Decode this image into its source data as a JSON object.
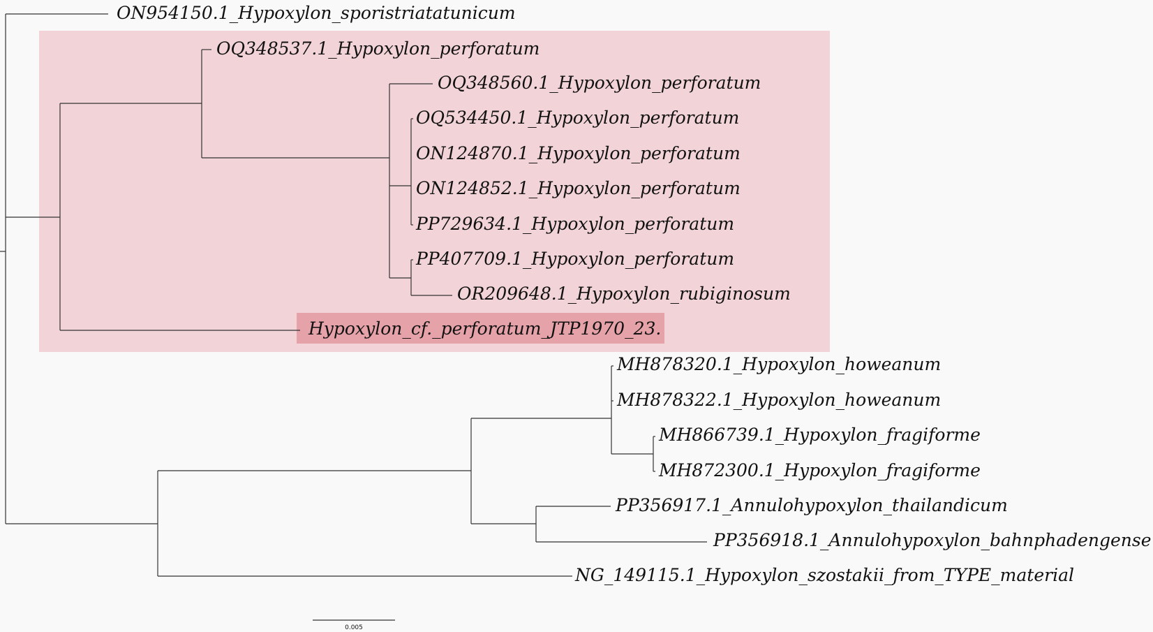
{
  "tree": {
    "leaves": [
      "ON954150.1_Hypoxylon_sporistriatatunicum",
      "OQ348537.1_Hypoxylon_perforatum",
      "OQ348560.1_Hypoxylon_perforatum",
      "OQ534450.1_Hypoxylon_perforatum",
      "ON124870.1_Hypoxylon_perforatum",
      "ON124852.1_Hypoxylon_perforatum",
      "PP729634.1_Hypoxylon_perforatum",
      "PP407709.1_Hypoxylon_perforatum",
      "OR209648.1_Hypoxylon_rubiginosum",
      "Hypoxylon_cf._perforatum_JTP1970_23.",
      "MH878320.1_Hypoxylon_howeanum",
      "MH878322.1_Hypoxylon_howeanum",
      "MH866739.1_Hypoxylon_fragiforme",
      "MH872300.1_Hypoxylon_fragiforme",
      "PP356917.1_Annulohypoxylon_thailandicum",
      "PP356918.1_Annulohypoxylon_bahnphadengense",
      "NG_149115.1_Hypoxylon_szostakii_from_TYPE_material"
    ],
    "highlight_clade_color": "#f2d4d8",
    "highlight_leaf_color": "#e6a2a9",
    "highlighted_leaf": "Hypoxylon_cf._perforatum_JTP1970_23.",
    "branch_color": "#333333"
  },
  "scale_bar": {
    "label": "0.005"
  }
}
